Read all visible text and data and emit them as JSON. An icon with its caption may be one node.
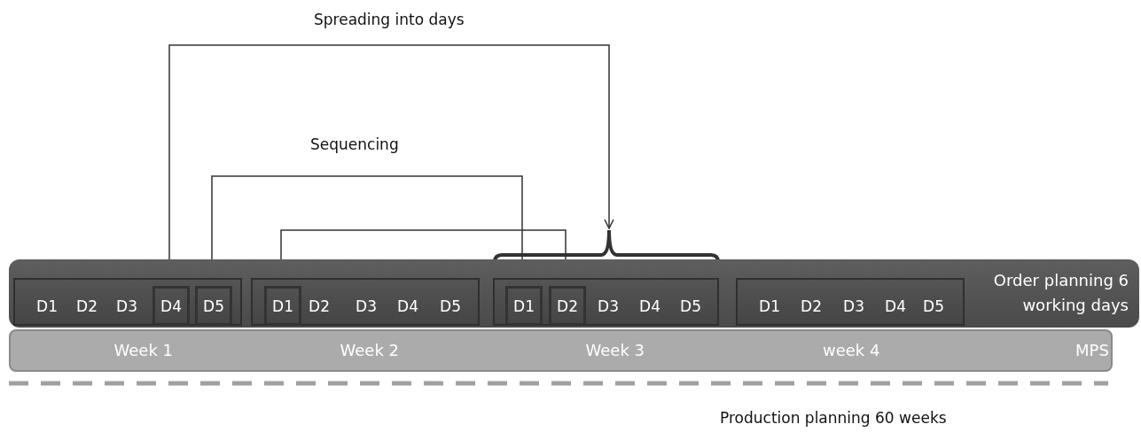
{
  "diagram": {
    "nodes": [
      {
        "text": [
          "Order planning 6 working days"
        ]
      },
      {
        "text": [],
        "shape": "box",
        "in": 0
      },
      {
        "text": [
          "D1"
        ],
        "in": 1
      },
      {
        "text": [
          "D2"
        ],
        "in": 1
      },
      {
        "text": [
          "D3"
        ],
        "in": 1
      },
      {
        "text": [
          "D4"
        ],
        "in": 1
      },
      {
        "text": [
          "D5"
        ],
        "in": 1
      },
      {
        "text": [],
        "shape": "box",
        "in": 0
      },
      {
        "text": [
          "D1"
        ],
        "in": 7
      },
      {
        "text": [
          "D2"
        ],
        "in": 7
      },
      {
        "text": [
          "D3"
        ],
        "in": 7
      },
      {
        "text": [
          "D4"
        ],
        "in": 7
      },
      {
        "text": [
          "D5"
        ],
        "in": 7
      },
      {
        "text": [],
        "shape": "box",
        "in": 0
      },
      {
        "text": [
          "D1"
        ],
        "in": 13
      },
      {
        "text": [
          "D2"
        ],
        "in": 13
      },
      {
        "text": [
          "D3"
        ],
        "in": 13
      },
      {
        "text": [
          "D4"
        ],
        "in": 13
      },
      {
        "text": [
          "D5"
        ],
        "in": 13
      },
      {
        "text": [],
        "shape": "box",
        "in": 0
      },
      {
        "text": [
          "D1"
        ],
        "in": 19
      },
      {
        "text": [
          "D2"
        ],
        "in": 19
      },
      {
        "text": [
          "D3"
        ],
        "in": 19
      },
      {
        "text": [
          "D4"
        ],
        "in": 19
      },
      {
        "text": [
          "D5"
        ],
        "in": 19
      },
      {
        "text": [
          "Week 1",
          "Week 2",
          "Week 3",
          "week 4",
          "MPS"
        ]
      }
    ],
    "edges": [
      {
        "from": 5,
        "to": 13,
        "arrow": "to",
        "label": "Spreading into days"
      },
      {
        "from": 6,
        "to": 14,
        "arrow": "to"
      },
      {
        "from": 8,
        "to": 15,
        "arrow": "to"
      }
    ],
    "labels": [
      "Sequencing",
      "Production planning 60 weeks"
    ]
  }
}
